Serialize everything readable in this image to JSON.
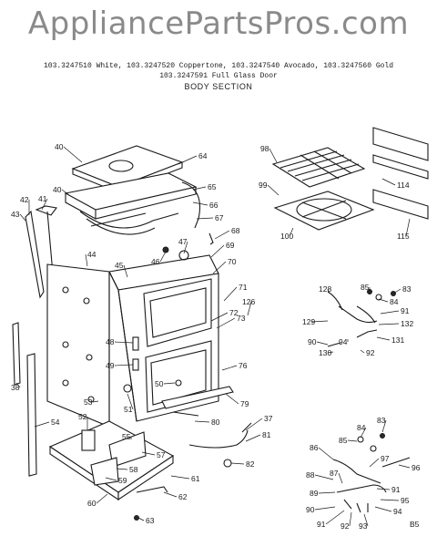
{
  "watermark": "AppliancePartsPros.com",
  "header": {
    "models_line1": "103.3247510 White, 103.3247520 Coppertone, 103.3247540 Avocado, 103.3247560 Gold",
    "models_line2": "103.3247591 Full Glass Door",
    "section_title": "BODY SECTION"
  },
  "page_code": "B5",
  "callouts": [
    {
      "name": "callout-40-top",
      "text": "40"
    },
    {
      "name": "callout-64",
      "text": "64"
    },
    {
      "name": "callout-40-left",
      "text": "40"
    },
    {
      "name": "callout-42",
      "text": "42"
    },
    {
      "name": "callout-41",
      "text": "41"
    },
    {
      "name": "callout-43",
      "text": "43"
    },
    {
      "name": "callout-65",
      "text": "65"
    },
    {
      "name": "callout-66",
      "text": "66"
    },
    {
      "name": "callout-67",
      "text": "67"
    },
    {
      "name": "callout-68",
      "text": "68"
    },
    {
      "name": "callout-47",
      "text": "47"
    },
    {
      "name": "callout-69",
      "text": "69"
    },
    {
      "name": "callout-44",
      "text": "44"
    },
    {
      "name": "callout-45",
      "text": "45"
    },
    {
      "name": "callout-46",
      "text": "46"
    },
    {
      "name": "callout-70",
      "text": "70"
    },
    {
      "name": "callout-71",
      "text": "71"
    },
    {
      "name": "callout-126",
      "text": "126"
    },
    {
      "name": "callout-72",
      "text": "72"
    },
    {
      "name": "callout-73",
      "text": "73"
    },
    {
      "name": "callout-48",
      "text": "48"
    },
    {
      "name": "callout-49",
      "text": "49"
    },
    {
      "name": "callout-38",
      "text": "38"
    },
    {
      "name": "callout-76",
      "text": "76"
    },
    {
      "name": "callout-50",
      "text": "50"
    },
    {
      "name": "callout-79",
      "text": "79"
    },
    {
      "name": "callout-53",
      "text": "53"
    },
    {
      "name": "callout-51",
      "text": "51"
    },
    {
      "name": "callout-80",
      "text": "80"
    },
    {
      "name": "callout-54",
      "text": "54"
    },
    {
      "name": "callout-52",
      "text": "52"
    },
    {
      "name": "callout-37",
      "text": "37"
    },
    {
      "name": "callout-81",
      "text": "81"
    },
    {
      "name": "callout-55",
      "text": "55"
    },
    {
      "name": "callout-57",
      "text": "57"
    },
    {
      "name": "callout-82",
      "text": "82"
    },
    {
      "name": "callout-58",
      "text": "58"
    },
    {
      "name": "callout-59",
      "text": "59"
    },
    {
      "name": "callout-61",
      "text": "61"
    },
    {
      "name": "callout-60",
      "text": "60"
    },
    {
      "name": "callout-62",
      "text": "62"
    },
    {
      "name": "callout-63",
      "text": "63"
    },
    {
      "name": "callout-98",
      "text": "98"
    },
    {
      "name": "callout-99",
      "text": "99"
    },
    {
      "name": "callout-114",
      "text": "114"
    },
    {
      "name": "callout-100",
      "text": "100"
    },
    {
      "name": "callout-115",
      "text": "115"
    },
    {
      "name": "callout-128",
      "text": "128"
    },
    {
      "name": "callout-85-a",
      "text": "85"
    },
    {
      "name": "callout-83-a",
      "text": "83"
    },
    {
      "name": "callout-84-a",
      "text": "84"
    },
    {
      "name": "callout-91-a",
      "text": "91"
    },
    {
      "name": "callout-129",
      "text": "129"
    },
    {
      "name": "callout-132",
      "text": "132"
    },
    {
      "name": "callout-131",
      "text": "131"
    },
    {
      "name": "callout-90-a",
      "text": "90"
    },
    {
      "name": "callout-94-a",
      "text": "94"
    },
    {
      "name": "callout-130",
      "text": "130"
    },
    {
      "name": "callout-92-a",
      "text": "92"
    },
    {
      "name": "callout-83-b",
      "text": "83"
    },
    {
      "name": "callout-84-b",
      "text": "84"
    },
    {
      "name": "callout-85-b",
      "text": "85"
    },
    {
      "name": "callout-86",
      "text": "86"
    },
    {
      "name": "callout-97",
      "text": "97"
    },
    {
      "name": "callout-96",
      "text": "96"
    },
    {
      "name": "callout-88",
      "text": "88"
    },
    {
      "name": "callout-87",
      "text": "87"
    },
    {
      "name": "callout-91-b",
      "text": "91"
    },
    {
      "name": "callout-89",
      "text": "89"
    },
    {
      "name": "callout-95",
      "text": "95"
    },
    {
      "name": "callout-90-b",
      "text": "90"
    },
    {
      "name": "callout-94-b",
      "text": "94"
    },
    {
      "name": "callout-91-c",
      "text": "91"
    },
    {
      "name": "callout-92-b",
      "text": "92"
    },
    {
      "name": "callout-93",
      "text": "93"
    }
  ]
}
